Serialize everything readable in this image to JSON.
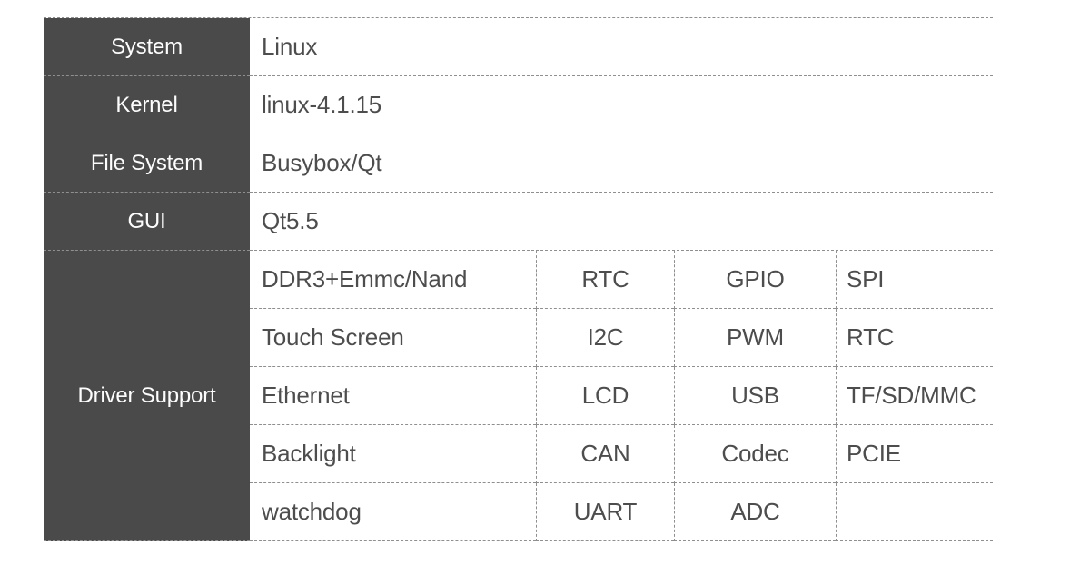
{
  "table": {
    "simple_rows": [
      {
        "label": "System",
        "value": "Linux"
      },
      {
        "label": "Kernel",
        "value": "linux-4.1.15"
      },
      {
        "label": "File System",
        "value": "Busybox/Qt"
      },
      {
        "label": "GUI",
        "value": "Qt5.5"
      }
    ],
    "driver_section": {
      "label": "Driver Support",
      "rows": [
        {
          "c1": "DDR3+Emmc/Nand",
          "c2": "RTC",
          "c3": "GPIO",
          "c4": "SPI"
        },
        {
          "c1": "Touch Screen",
          "c2": "I2C",
          "c3": "PWM",
          "c4": "RTC"
        },
        {
          "c1": "Ethernet",
          "c2": "LCD",
          "c3": "USB",
          "c4": "TF/SD/MMC"
        },
        {
          "c1": "Backlight",
          "c2": "CAN",
          "c3": "Codec",
          "c4": "PCIE"
        },
        {
          "c1": "watchdog",
          "c2": "UART",
          "c3": "ADC",
          "c4": ""
        }
      ]
    },
    "colors": {
      "dark_cell": "#4a4a4a",
      "border": "#8f8f8f",
      "text": "#4d4d4d",
      "label_text": "#fdfdfd"
    }
  }
}
